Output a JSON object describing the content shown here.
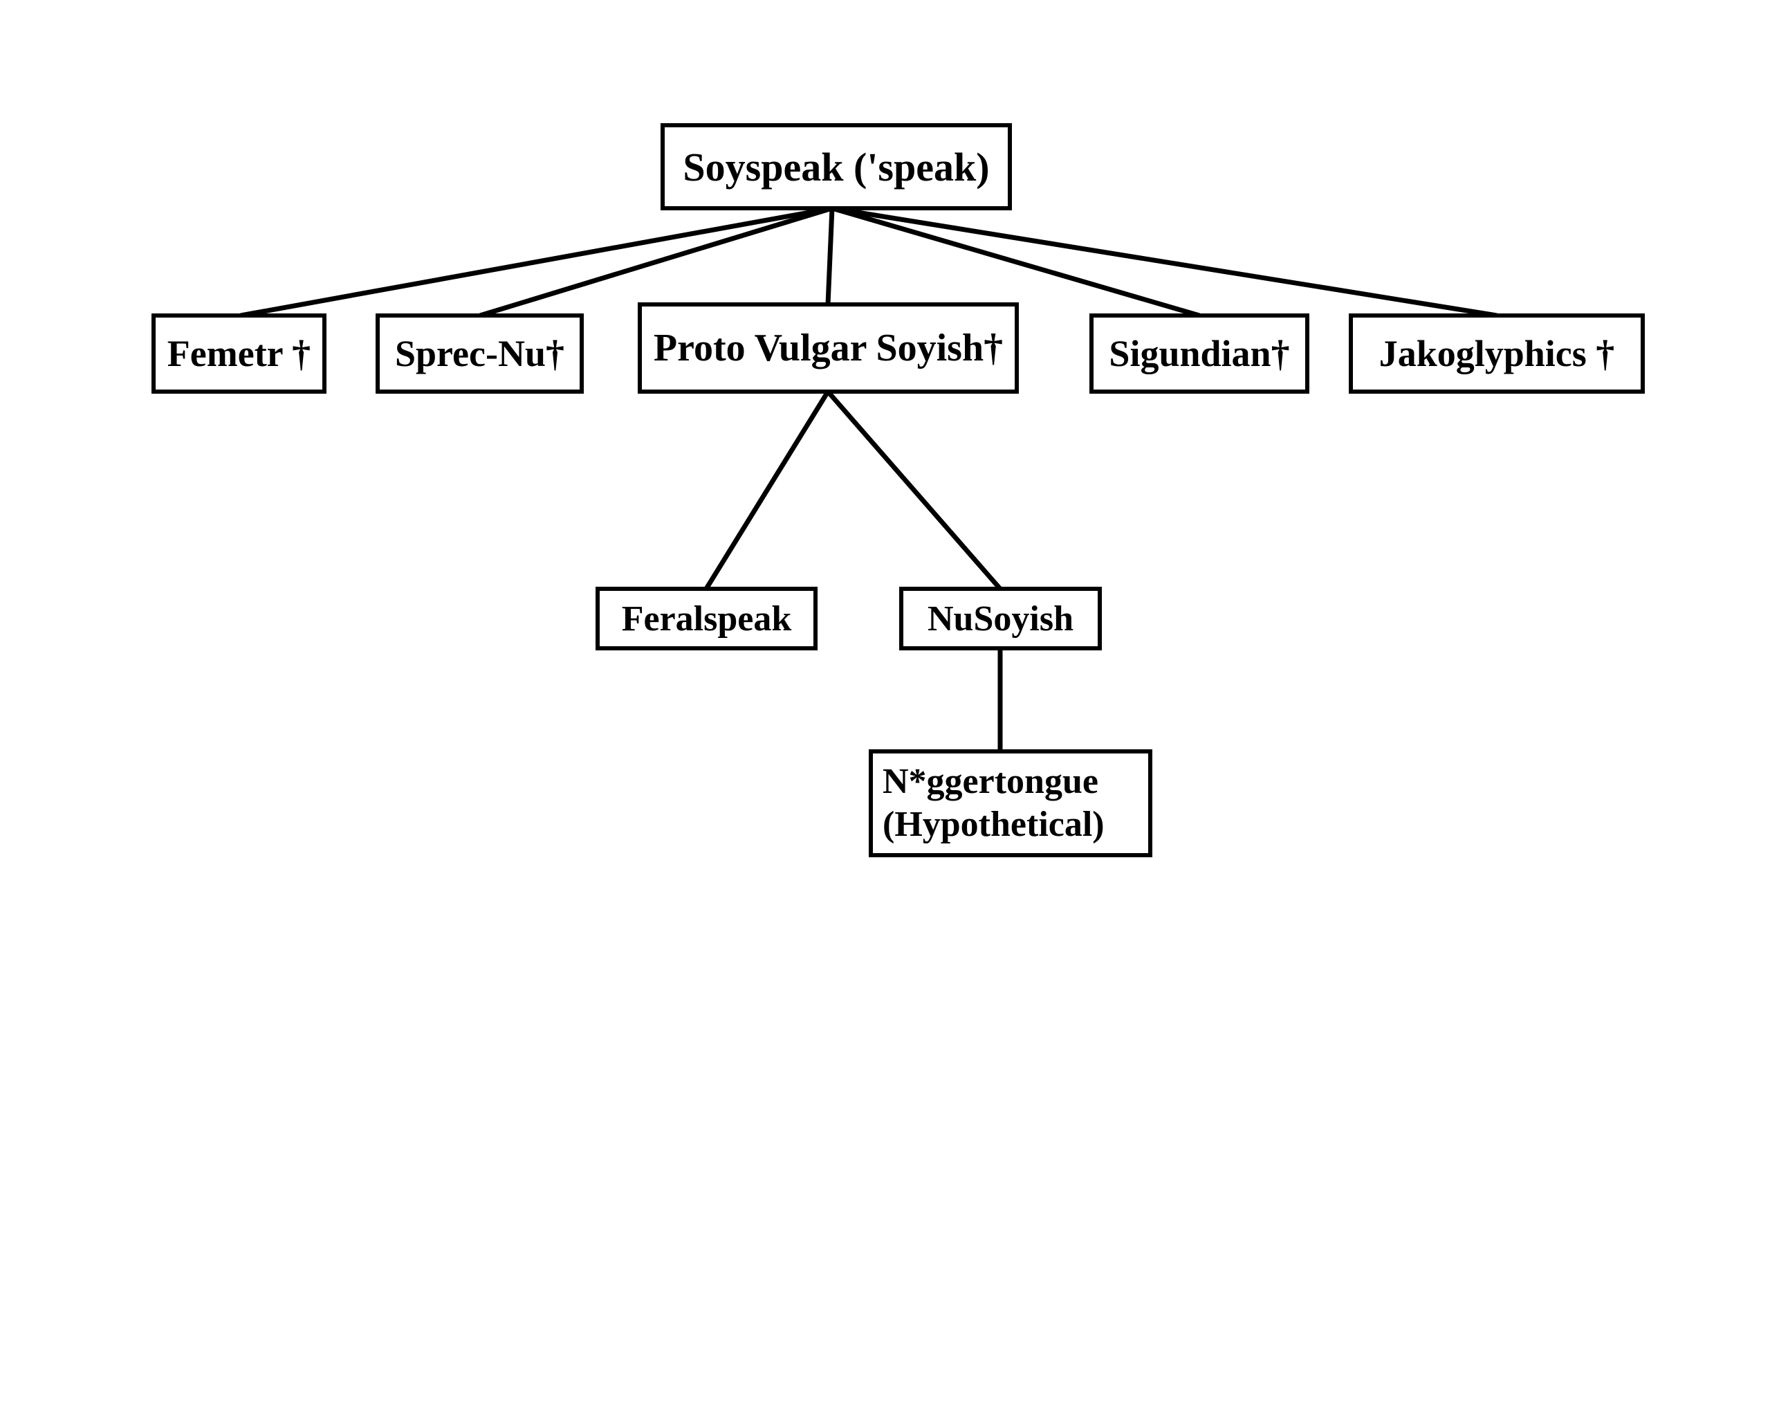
{
  "colors": {
    "background": "#ffffff",
    "box_border": "#000000",
    "box_fill": "#ffffff",
    "text": "#000000",
    "connector_line": "#000000"
  },
  "diagram": {
    "type": "family-tree",
    "root": {
      "label": "Soyspeak ('speak)"
    },
    "generation1": [
      {
        "label": "Femetr †"
      },
      {
        "label": "Sprec-Nu†"
      },
      {
        "label": "Proto Vulgar Soyish†"
      },
      {
        "label": "Sigundian†"
      },
      {
        "label": "Jakoglyphics †"
      }
    ],
    "generation2": [
      {
        "label": "Feralspeak"
      },
      {
        "label": "NuSoyish"
      }
    ],
    "generation3": [
      {
        "label_line1": "N*ggertongue",
        "label_line2": "(Hypothetical)"
      }
    ]
  }
}
